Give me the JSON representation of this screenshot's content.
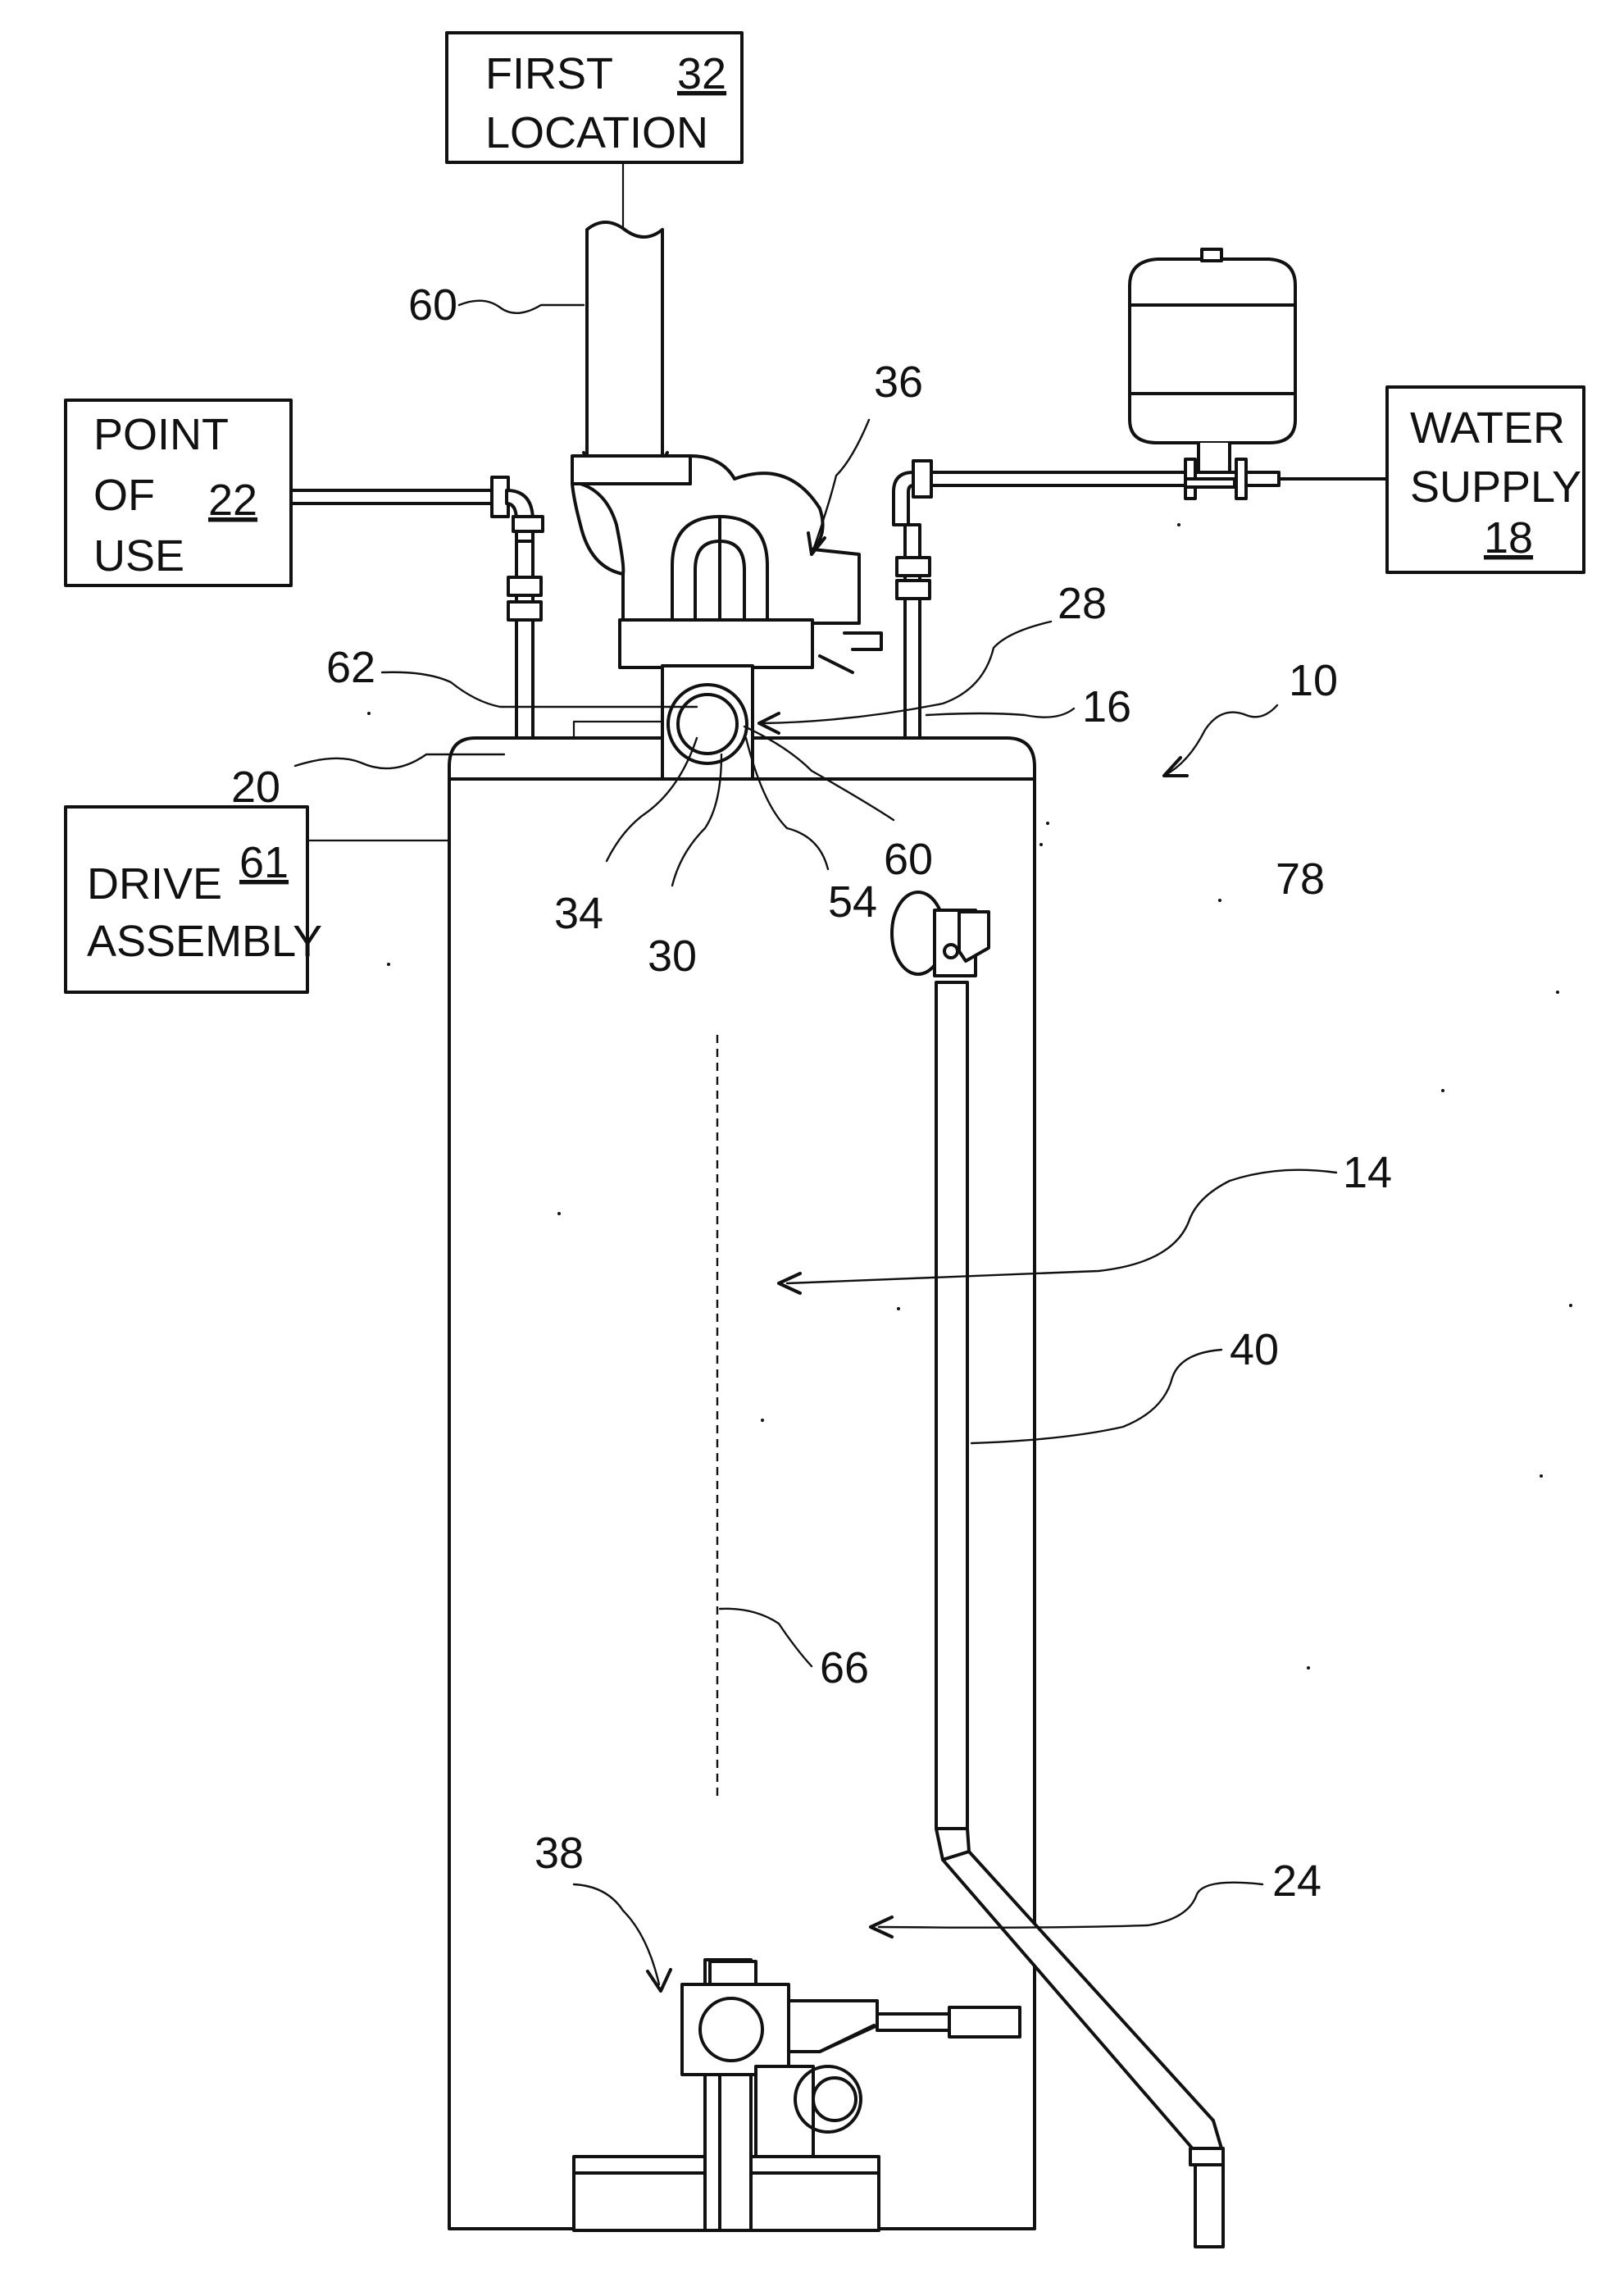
{
  "boxes": {
    "first_location": {
      "line1": "FIRST",
      "line2": "LOCATION",
      "ref": "32"
    },
    "point_of_use": {
      "line1": "POINT",
      "line2": "OF",
      "line3": "USE",
      "ref": "22"
    },
    "water_supply": {
      "line1": "WATER",
      "line2": "SUPPLY",
      "ref": "18"
    },
    "drive_assembly": {
      "line1": "DRIVE",
      "line2": "ASSEMBLY",
      "ref": "61"
    }
  },
  "refs": {
    "vent_pipe": "60",
    "blower": "36",
    "hot_outlet_pipe": "20",
    "cold_inlet_pipe": "16",
    "motor_housing": "62",
    "arrow_28": "28",
    "heater": "10",
    "fan_hub": "34",
    "fan_wheel": "30",
    "fan_ring": "54",
    "vent_60b": "60",
    "label_78": "78",
    "tank_interior": "14",
    "gas_line": "40",
    "flue_line": "66",
    "burner_assembly": "38",
    "combustion_chamber": "24"
  }
}
